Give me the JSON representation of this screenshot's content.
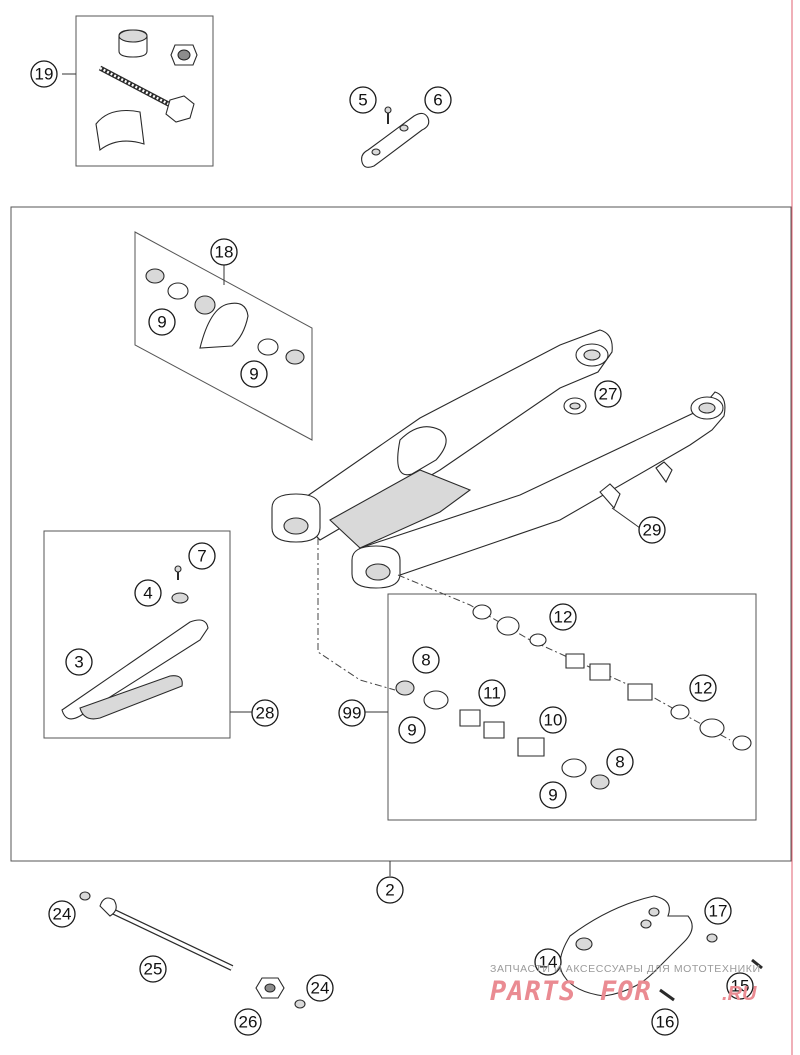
{
  "callouts": {
    "c19": "19",
    "c5": "5",
    "c6": "6",
    "c18": "18",
    "c9a": "9",
    "c9b": "9",
    "c27": "27",
    "c29": "29",
    "c7": "7",
    "c4": "4",
    "c3": "3",
    "c28": "28",
    "c12a": "12",
    "c8a": "8",
    "c11": "11",
    "c99": "99",
    "c9c": "9",
    "c10": "10",
    "c12b": "12",
    "c8b": "8",
    "c9d": "9",
    "c2": "2",
    "c24a": "24",
    "c25": "25",
    "c24b": "24",
    "c26": "26",
    "c17": "17",
    "c14": "14",
    "c15": "15",
    "c16": "16"
  },
  "watermark": {
    "tagline": "ЗАПЧАСТИ И АКСЕССУАРЫ ДЛЯ МОТОТЕХНИКИ",
    "brand": "PARTS",
    "brand_mid": "FOR",
    "domain": ".RU"
  },
  "colors": {
    "line": "#2a2a2a",
    "watermark": "#ea8b92",
    "border_accent": "#e06070"
  }
}
